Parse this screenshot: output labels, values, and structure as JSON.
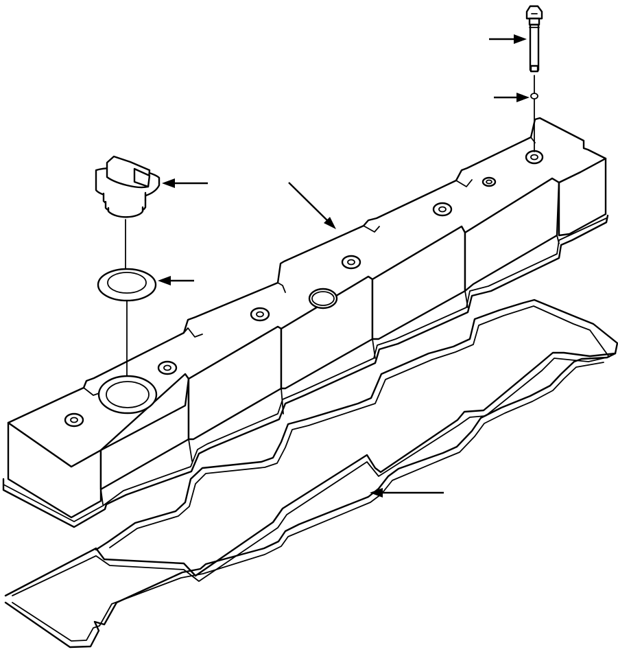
{
  "diagram": {
    "parts": [
      {
        "id": "breather-stud",
        "icon": "stud-icon"
      },
      {
        "id": "o-ring",
        "icon": "o-ring-icon"
      },
      {
        "id": "oil-filler-cap",
        "icon": "filler-cap-icon"
      },
      {
        "id": "cap-seal-washer",
        "icon": "washer-icon"
      },
      {
        "id": "valve-cover",
        "icon": "valve-cover-icon"
      },
      {
        "id": "valve-cover-gasket",
        "icon": "gasket-icon"
      }
    ],
    "callout_count": 6,
    "labels": []
  }
}
